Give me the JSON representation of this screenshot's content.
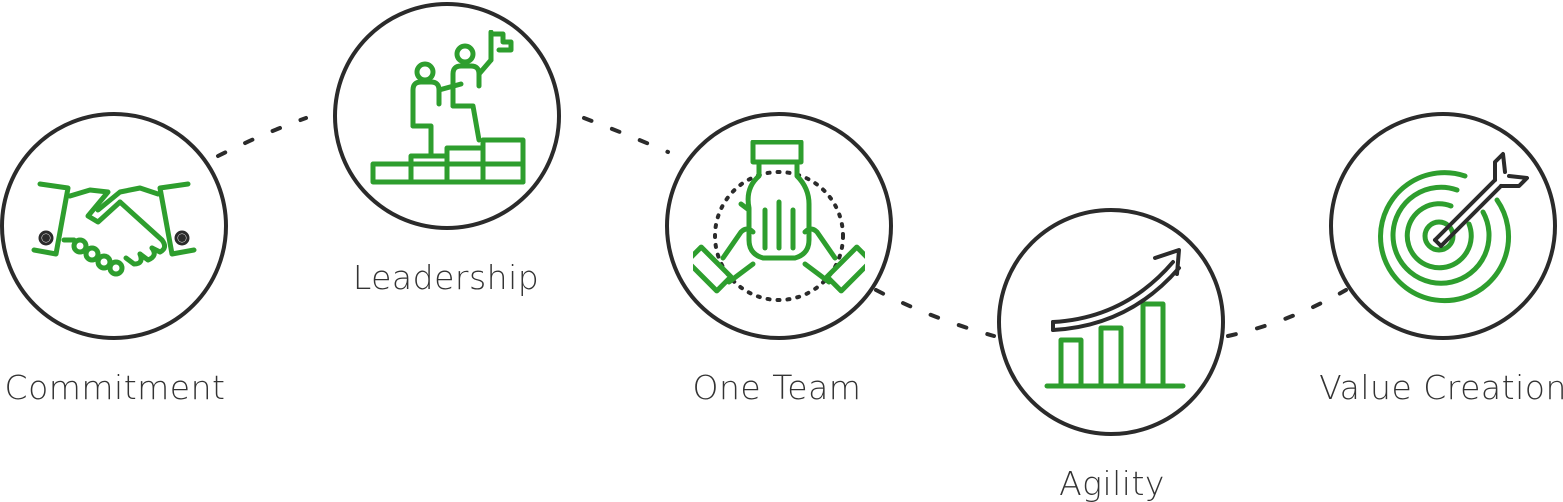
{
  "accent_color": "#2e9e2e",
  "outline_color": "#2b2b2b",
  "steps": [
    {
      "label": "Commitment",
      "icon": "handshake-icon"
    },
    {
      "label": "Leadership",
      "icon": "climbing-steps-icon"
    },
    {
      "label": "One Team",
      "icon": "team-hands-icon"
    },
    {
      "label": "Agility",
      "icon": "growth-chart-icon"
    },
    {
      "label": "Value Creation",
      "icon": "target-arrow-icon"
    }
  ]
}
